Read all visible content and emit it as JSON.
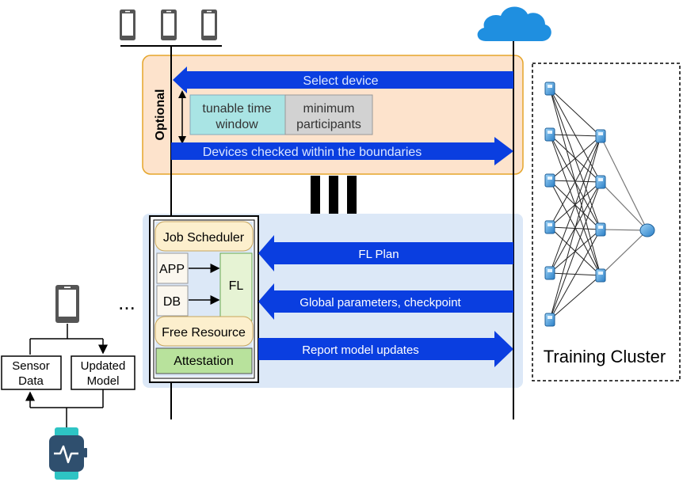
{
  "optional_panel": {
    "label": "Optional",
    "select_device": "Select device",
    "tunable_time_1": "tunable time",
    "tunable_time_2": "window",
    "min_participants_1": "minimum",
    "min_participants_2": "participants",
    "devices_checked": "Devices checked within the boundaries"
  },
  "device_stack": {
    "job_scheduler": "Job Scheduler",
    "app": "APP",
    "db": "DB",
    "fl": "FL",
    "free_resource": "Free Resource",
    "attestation": "Attestation"
  },
  "arrows": {
    "fl_plan": "FL Plan",
    "global_params": "Global parameters, checkpoint",
    "report_updates": "Report model updates"
  },
  "ellipsis": "...",
  "local_device": {
    "sensor_1": "Sensor",
    "sensor_2": "Data",
    "updated_1": "Updated",
    "updated_2": "Model"
  },
  "training_cluster": {
    "label": "Training Cluster"
  },
  "colors": {
    "arrow_blue": "#0a3ee0",
    "optional_fill": "#fde3cc",
    "optional_stroke": "#e5a52a",
    "main_fill": "#dce8f7",
    "tunable_fill": "#a9e4e4",
    "participants_fill": "#d2d2d2",
    "scheduler_fill": "#fcefcd",
    "fl_fill": "#e6f3d4",
    "attestation_fill": "#b8e29c",
    "cloud": "#1f8fe0",
    "watch_body": "#2f4f6e",
    "watch_band": "#2ec4c4"
  }
}
